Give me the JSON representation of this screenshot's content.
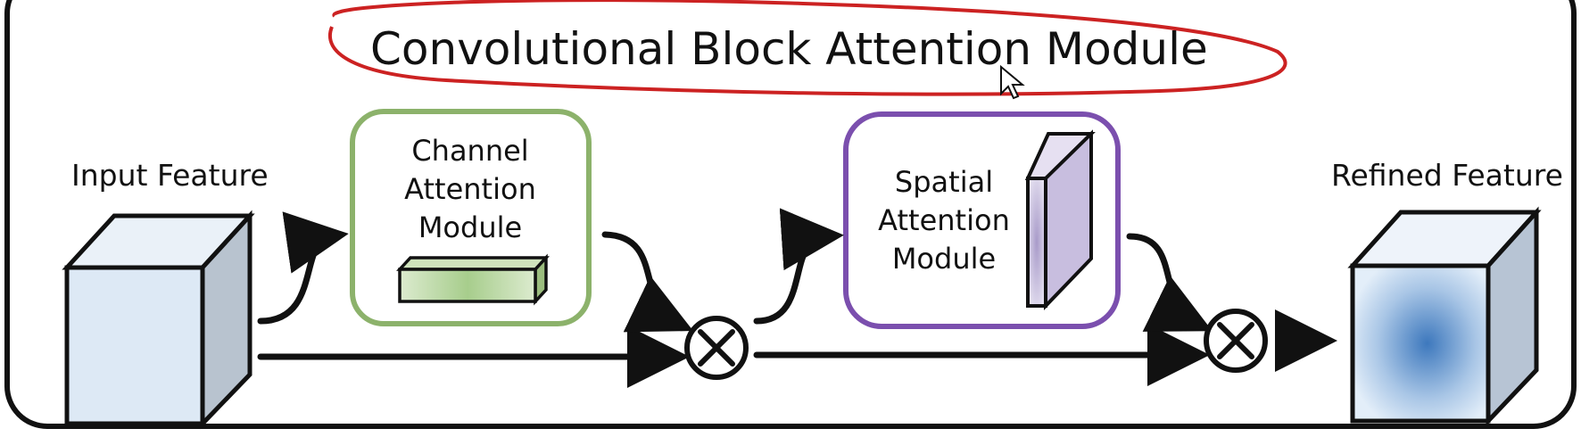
{
  "title": "Convolutional Block Attention Module",
  "input_feature_label": "Input Feature",
  "refined_feature_label": "Refined Feature",
  "channel_module": {
    "line1": "Channel",
    "line2": "Attention",
    "line3": "Module",
    "color": "#8cb26b"
  },
  "spatial_module": {
    "line1": "Spatial",
    "line2": "Attention",
    "line3": "Module",
    "color": "#7b4fae"
  },
  "multiply_symbol": "⊗",
  "annotation_color": "#cc2222"
}
